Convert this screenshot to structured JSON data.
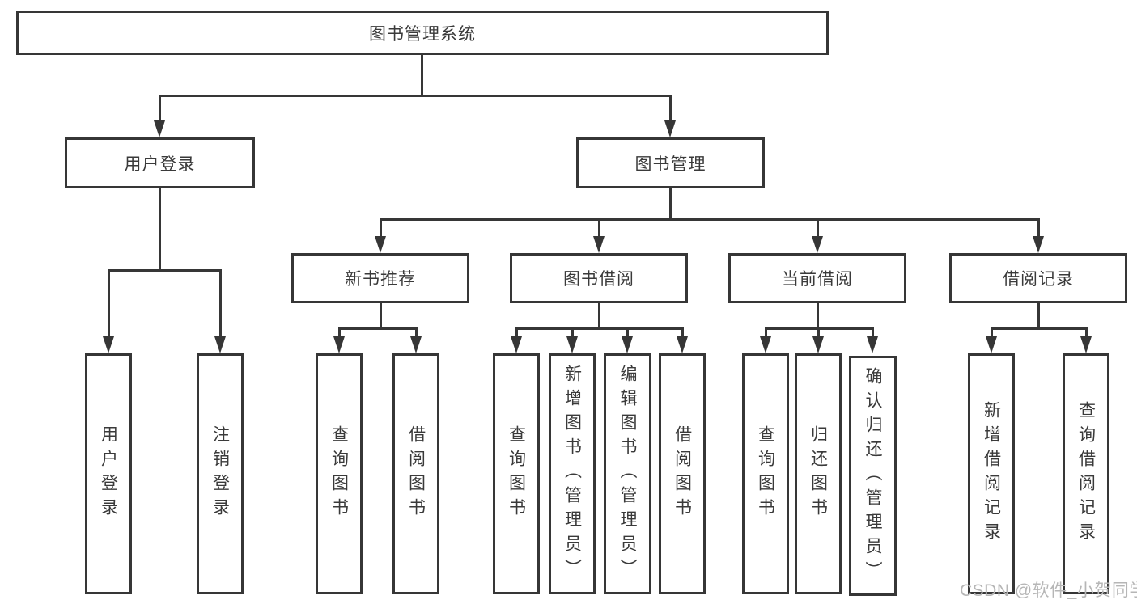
{
  "diagram": {
    "root": {
      "label": "图书管理系统"
    },
    "branches": {
      "user_login": {
        "label": "用户登录"
      },
      "book_management": {
        "label": "图书管理"
      }
    },
    "modules": {
      "new_book_recommend": {
        "label": "新书推荐"
      },
      "book_borrow": {
        "label": "图书借阅"
      },
      "current_borrow": {
        "label": "当前借阅"
      },
      "borrow_record": {
        "label": "借阅记录"
      }
    },
    "leaves": {
      "login_user_login": {
        "label": "用户登录"
      },
      "login_logout": {
        "label": "注销登录"
      },
      "recommend_query_book": {
        "label": "查询图书"
      },
      "recommend_borrow_book": {
        "label": "借阅图书"
      },
      "borrow_query_book": {
        "label": "查询图书"
      },
      "borrow_add_book": {
        "label": "新增图书（管理员）"
      },
      "borrow_edit_book": {
        "label": "编辑图书（管理员）"
      },
      "borrow_borrow_book": {
        "label": "借阅图书"
      },
      "current_query_book": {
        "label": "查询图书"
      },
      "current_return_book": {
        "label": "归还图书"
      },
      "current_confirm_return": {
        "label": "确认归还（管理员）"
      },
      "record_add_record": {
        "label": "新增借阅记录"
      },
      "record_query_record": {
        "label": "查询借阅记录"
      }
    }
  },
  "icons": {
    "arrow_down": "css-triangle-down"
  },
  "watermark": {
    "text": "CSDN @软件_小贺同学"
  },
  "colors": {
    "line": "#363636",
    "text": "#3a3a3a",
    "box_bg": "#ffffff",
    "watermark": "#b6b6b6"
  }
}
